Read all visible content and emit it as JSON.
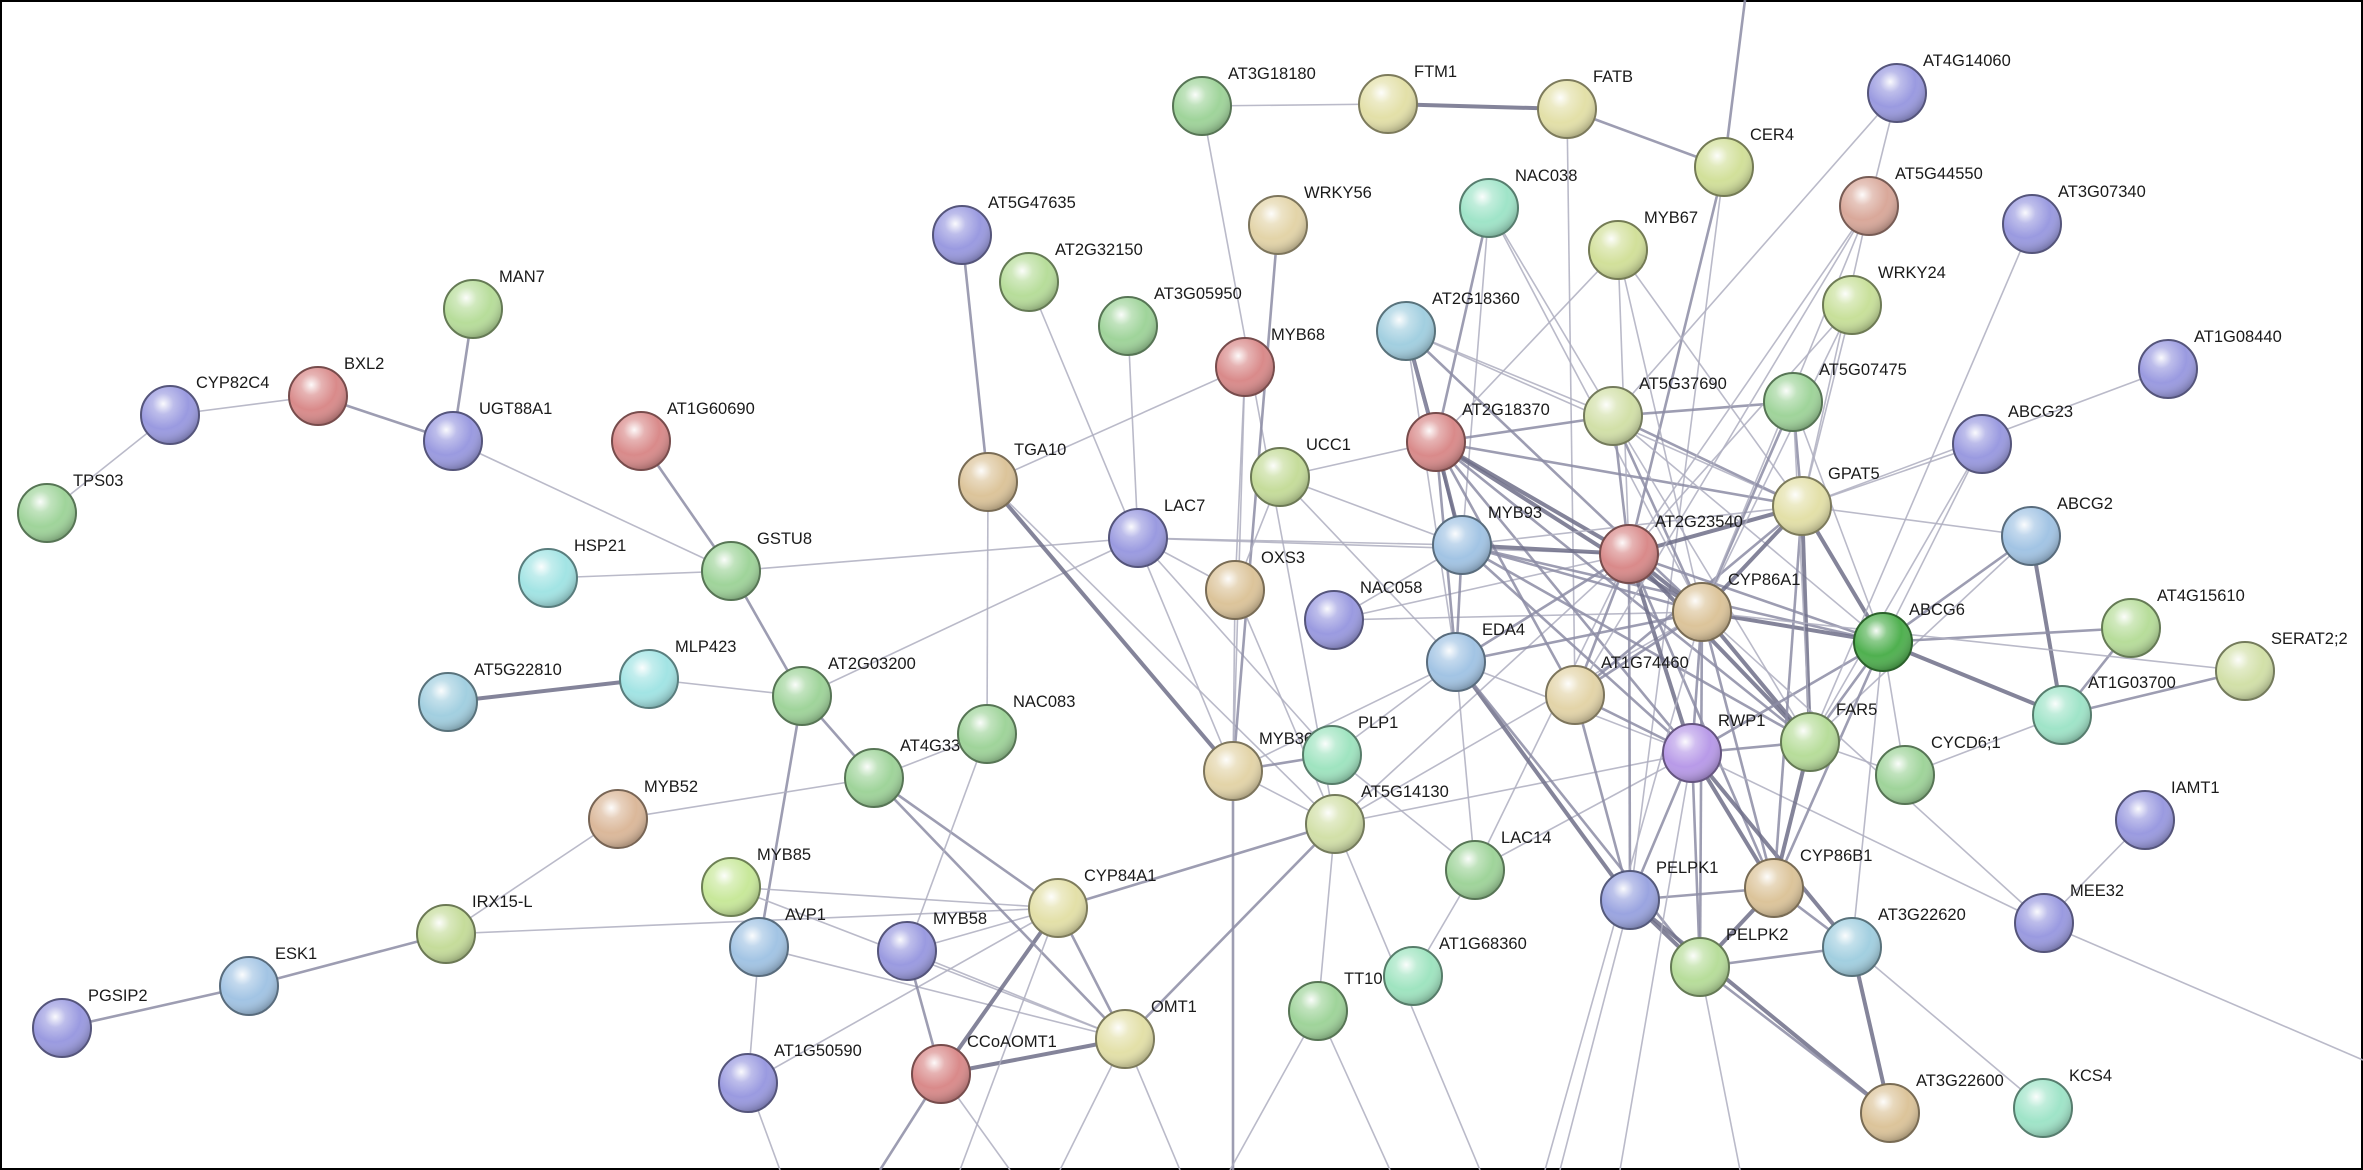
{
  "network": {
    "nodes": [
      {
        "id": "TPS03",
        "label": "TPS03",
        "color": "#9fd49a"
      },
      {
        "id": "CYP82C4",
        "label": "CYP82C4",
        "color": "#9a9ae0"
      },
      {
        "id": "BXL2",
        "label": "BXL2",
        "color": "#d98a8a"
      },
      {
        "id": "MAN7",
        "label": "MAN7",
        "color": "#b7dd9a"
      },
      {
        "id": "UGT88A1",
        "label": "UGT88A1",
        "color": "#9a9ae0"
      },
      {
        "id": "AT1G60690",
        "label": "AT1G60690",
        "color": "#d98a8a"
      },
      {
        "id": "HSP21",
        "label": "HSP21",
        "color": "#a2e4e4"
      },
      {
        "id": "GSTU8",
        "label": "GSTU8",
        "color": "#9fd49a"
      },
      {
        "id": "AT5G22810",
        "label": "AT5G22810",
        "color": "#a2cfe0"
      },
      {
        "id": "MLP423",
        "label": "MLP423",
        "color": "#a2e4e4"
      },
      {
        "id": "AT2G03200",
        "label": "AT2G03200",
        "color": "#9fd49a"
      },
      {
        "id": "MYB52",
        "label": "MYB52",
        "color": "#dbb89a"
      },
      {
        "id": "AT4G3x",
        "label": "AT4G33",
        "color": "#9fd49a"
      },
      {
        "id": "MYB85",
        "label": "MYB85",
        "color": "#c8e89a"
      },
      {
        "id": "IRX15L",
        "label": "IRX15-L",
        "color": "#c5dc9a"
      },
      {
        "id": "ESK1",
        "label": "ESK1",
        "color": "#a2c4e4"
      },
      {
        "id": "PGSIP2",
        "label": "PGSIP2",
        "color": "#9a9ae0"
      },
      {
        "id": "AVP1",
        "label": "AVP1",
        "color": "#a2c4e4"
      },
      {
        "id": "AT1G50590",
        "label": "AT1G50590",
        "color": "#9a9ae0"
      },
      {
        "id": "MYB58",
        "label": "MYB58",
        "color": "#9a9ae0"
      },
      {
        "id": "CCoAOMT1",
        "label": "CCoAOMT1",
        "color": "#d98a8a"
      },
      {
        "id": "CYP84A1",
        "label": "CYP84A1",
        "color": "#e3e0a8"
      },
      {
        "id": "OMT1",
        "label": "OMT1",
        "color": "#e3e0a8"
      },
      {
        "id": "NAC083",
        "label": "NAC083",
        "color": "#9fd49a"
      },
      {
        "id": "TGA10",
        "label": "TGA10",
        "color": "#dcc49a"
      },
      {
        "id": "AT5G47635",
        "label": "AT5G47635",
        "color": "#9a9ae0"
      },
      {
        "id": "AT2G32150",
        "label": "AT2G32150",
        "color": "#b7dd9a"
      },
      {
        "id": "AT3G18180",
        "label": "AT3G18180",
        "color": "#9fd49a"
      },
      {
        "id": "FTM1",
        "label": "FTM1",
        "color": "#e3e0a8"
      },
      {
        "id": "FATB",
        "label": "FATB",
        "color": "#e3e0a8"
      },
      {
        "id": "CER4",
        "label": "CER4",
        "color": "#d2e09a"
      },
      {
        "id": "AT3G05950",
        "label": "AT3G05950",
        "color": "#9fd49a"
      },
      {
        "id": "LAC7",
        "label": "LAC7",
        "color": "#9a9ae0"
      },
      {
        "id": "WRKY56",
        "label": "WRKY56",
        "color": "#e3d4a8"
      },
      {
        "id": "MYB68",
        "label": "MYB68",
        "color": "#d98a8a"
      },
      {
        "id": "UCC1",
        "label": "UCC1",
        "color": "#c5dc9a"
      },
      {
        "id": "OXS3",
        "label": "OXS3",
        "color": "#dcc49a"
      },
      {
        "id": "NAC058",
        "label": "NAC058",
        "color": "#9a9ae0"
      },
      {
        "id": "MYB36",
        "label": "MYB36",
        "color": "#e3d4a8"
      },
      {
        "id": "PLP1",
        "label": "PLP1",
        "color": "#9fe4c0"
      },
      {
        "id": "AT5G14130",
        "label": "AT5G14130",
        "color": "#d2e0a8"
      },
      {
        "id": "TT10",
        "label": "TT10",
        "color": "#9fd49a"
      },
      {
        "id": "AT1G68360",
        "label": "AT1G68360",
        "color": "#9fe4c0"
      },
      {
        "id": "LAC14",
        "label": "LAC14",
        "color": "#9fd49a"
      },
      {
        "id": "NAC038",
        "label": "NAC038",
        "color": "#9fe4c8"
      },
      {
        "id": "AT2G18360",
        "label": "AT2G18360",
        "color": "#a2cfe0"
      },
      {
        "id": "AT2G18370",
        "label": "AT2G18370",
        "color": "#d98a8a"
      },
      {
        "id": "MYB93",
        "label": "MYB93",
        "color": "#a2c4e4"
      },
      {
        "id": "EDA4",
        "label": "EDA4",
        "color": "#a2c4e4"
      },
      {
        "id": "MYB67",
        "label": "MYB67",
        "color": "#d2e09a"
      },
      {
        "id": "AT5G37690",
        "label": "AT5G37690",
        "color": "#d2e0a8"
      },
      {
        "id": "AT2G23540",
        "label": "AT2G23540",
        "color": "#d98a8a"
      },
      {
        "id": "AT1G74460",
        "label": "AT1G74460",
        "color": "#e3d4a8"
      },
      {
        "id": "CYP86A1",
        "label": "CYP86A1",
        "color": "#dcc49a"
      },
      {
        "id": "RWP1",
        "label": "RWP1",
        "color": "#b89ae8"
      },
      {
        "id": "PELPK1",
        "label": "PELPK1",
        "color": "#9aa4e0"
      },
      {
        "id": "PELPK2",
        "label": "PELPK2",
        "color": "#b7dd9a"
      },
      {
        "id": "FAR5",
        "label": "FAR5",
        "color": "#b7dd9a"
      },
      {
        "id": "CYP86B1",
        "label": "CYP86B1",
        "color": "#dcc49a"
      },
      {
        "id": "AT3G22620",
        "label": "AT3G22620",
        "color": "#a2cfe0"
      },
      {
        "id": "AT3G22600",
        "label": "AT3G22600",
        "color": "#dcc49a"
      },
      {
        "id": "KCS4",
        "label": "KCS4",
        "color": "#9fe4c8"
      },
      {
        "id": "GPAT5",
        "label": "GPAT5",
        "color": "#e3e0a8"
      },
      {
        "id": "WRKY24",
        "label": "WRKY24",
        "color": "#c8e09a"
      },
      {
        "id": "AT5G07475",
        "label": "AT5G07475",
        "color": "#9fd49a"
      },
      {
        "id": "AT5G44550",
        "label": "AT5G44550",
        "color": "#d9a89a"
      },
      {
        "id": "AT4G14060",
        "label": "AT4G14060",
        "color": "#9a9ae0"
      },
      {
        "id": "AT3G07340",
        "label": "AT3G07340",
        "color": "#9a9ae0"
      },
      {
        "id": "AT1G08440",
        "label": "AT1G08440",
        "color": "#9a9ae0"
      },
      {
        "id": "ABCG23",
        "label": "ABCG23",
        "color": "#9a9ae0"
      },
      {
        "id": "ABCG2",
        "label": "ABCG2",
        "color": "#a2c4e4"
      },
      {
        "id": "ABCG6",
        "label": "ABCG6",
        "color": "#4fb04f"
      },
      {
        "id": "AT4G15610",
        "label": "AT4G15610",
        "color": "#b7dd9a"
      },
      {
        "id": "SERAT22",
        "label": "SERAT2;2",
        "color": "#d2e0a8"
      },
      {
        "id": "AT1G03700",
        "label": "AT1G03700",
        "color": "#9fe4c8"
      },
      {
        "id": "CYCD61",
        "label": "CYCD6;1",
        "color": "#9fd49a"
      },
      {
        "id": "IAMT1",
        "label": "IAMT1",
        "color": "#9a9ae0"
      },
      {
        "id": "MEE32",
        "label": "MEE32",
        "color": "#9a9ae0"
      }
    ]
  }
}
